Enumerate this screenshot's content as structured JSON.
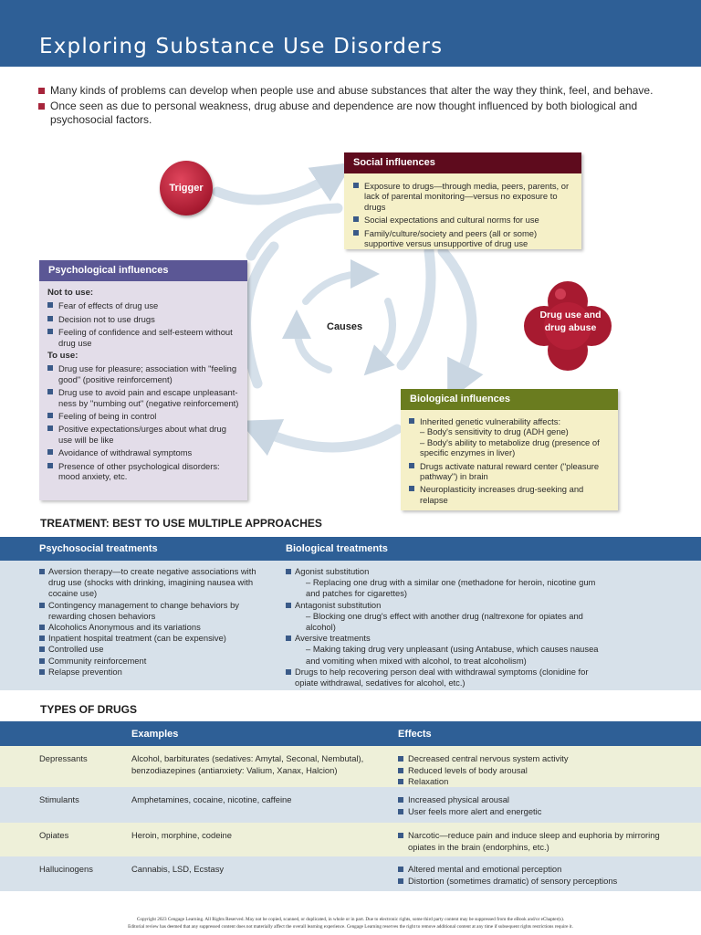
{
  "header": {
    "title": "Exploring Substance Use Disorders"
  },
  "intro": [
    "Many kinds of problems can develop when people use and abuse substances that alter the way they think, feel, and behave.",
    "Once seen as due to personal weakness, drug abuse and dependence are now thought influenced by both biological and psychosocial factors."
  ],
  "diagram": {
    "trigger": "Trigger",
    "causes": "Causes",
    "drug_use": "Drug use and drug abuse",
    "social": {
      "title": "Social influences",
      "items": [
        "Exposure to drugs—through media, peers, parents, or lack of parental monitoring—versus no exposure to drugs",
        "Social expectations and cultural norms for use",
        "Family/culture/society and peers (all or some) supportive versus unsupportive of drug use"
      ]
    },
    "psychological": {
      "title": "Psychological influences",
      "not_to_use_label": "Not to use:",
      "not_to_use": [
        "Fear of effects of drug use",
        "Decision not to use drugs",
        "Feeling of confidence and self-esteem without drug use"
      ],
      "to_use_label": "To use:",
      "to_use": [
        "Drug use for pleasure; association with \"feeling good\" (positive reinforcement)",
        "Drug use to avoid pain and escape unpleasant-ness by \"numbing out\" (negative reinforcement)",
        "Feeling of being in control",
        "Positive expectations/urges about what drug use will be like",
        "Avoidance of withdrawal symptoms",
        "Presence of other psychological disorders: mood anxiety, etc."
      ]
    },
    "biological": {
      "title": "Biological influences",
      "item1": "Inherited genetic vulnerability affects:",
      "sub1": "– Body's sensitivity to drug (ADH gene)",
      "sub2": "– Body's ability to metabolize drug (presence of specific enzymes in liver)",
      "item2": "Drugs activate natural reward center (\"pleasure pathway\") in brain",
      "item3": "Neuroplasticity increases drug-seeking and relapse"
    }
  },
  "treatment": {
    "title": "TREATMENT: BEST TO USE MULTIPLE APPROACHES",
    "psychosocial_header": "Psychosocial treatments",
    "biological_header": "Biological treatments",
    "psychosocial": [
      "Aversion therapy—to create negative associations with drug use (shocks with drinking, imagining nausea with cocaine use)",
      "Contingency management to change behaviors by rewarding chosen behaviors",
      "Alcoholics Anonymous and its variations",
      "Inpatient hospital treatment (can be expensive)",
      "Controlled use",
      "Community reinforcement",
      "Relapse prevention"
    ],
    "biological": {
      "agonist": "Agonist substitution",
      "agonist_sub": "– Replacing one drug with a similar one (methadone for heroin, nicotine gum and patches for cigarettes)",
      "antagonist": "Antagonist substitution",
      "antagonist_sub": "– Blocking one drug's effect with another drug (naltrexone for opiates and alcohol)",
      "aversive": "Aversive treatments",
      "aversive_sub": "– Making taking drug very unpleasant (using Antabuse, which causes nausea and vomiting when mixed with alcohol, to treat alcoholism)",
      "withdrawal": "Drugs to help recovering person deal with withdrawal symptoms (clonidine for opiate withdrawal, sedatives for alcohol, etc.)"
    }
  },
  "drugs": {
    "title": "TYPES OF DRUGS",
    "col_examples": "Examples",
    "col_effects": "Effects",
    "rows": [
      {
        "type": "Depressants",
        "examples": "Alcohol, barbiturates (sedatives: Amytal, Seconal, Nembutal), benzodiazepines (antianxiety: Valium, Xanax, Halcion)",
        "effects": [
          "Decreased central nervous system activity",
          "Reduced levels of body arousal",
          "Relaxation"
        ]
      },
      {
        "type": "Stimulants",
        "examples": "Amphetamines, cocaine, nicotine, caffeine",
        "effects": [
          "Increased physical arousal",
          "User feels more alert and energetic"
        ]
      },
      {
        "type": "Opiates",
        "examples": "Heroin, morphine, codeine",
        "effects": [
          "Narcotic—reduce pain and induce sleep and euphoria by mirroring opiates in the brain (endorphins, etc.)"
        ]
      },
      {
        "type": "Hallucinogens",
        "examples": "Cannabis, LSD, Ecstasy",
        "effects": [
          "Altered mental and emotional perception",
          "Distortion (sometimes dramatic) of sensory perceptions"
        ]
      }
    ]
  },
  "footer": {
    "line1": "Copyright 2023 Cengage Learning. All Rights Reserved. May not be copied, scanned, or duplicated, in whole or in part. Due to electronic rights, some third party content may be suppressed from the eBook and/or eChapter(s).",
    "line2": "Editorial review has deemed that any suppressed content does not materially affect the overall learning experience. Cengage Learning reserves the right to remove additional content at any time if subsequent rights restrictions require it."
  },
  "colors": {
    "header_blue": "#2e5f96",
    "bullet_red": "#a7253b",
    "social_maroon": "#5e0b1d",
    "psych_purple": "#5b5795",
    "bio_green": "#6a7c1f",
    "drug_red": "#a71a30"
  }
}
